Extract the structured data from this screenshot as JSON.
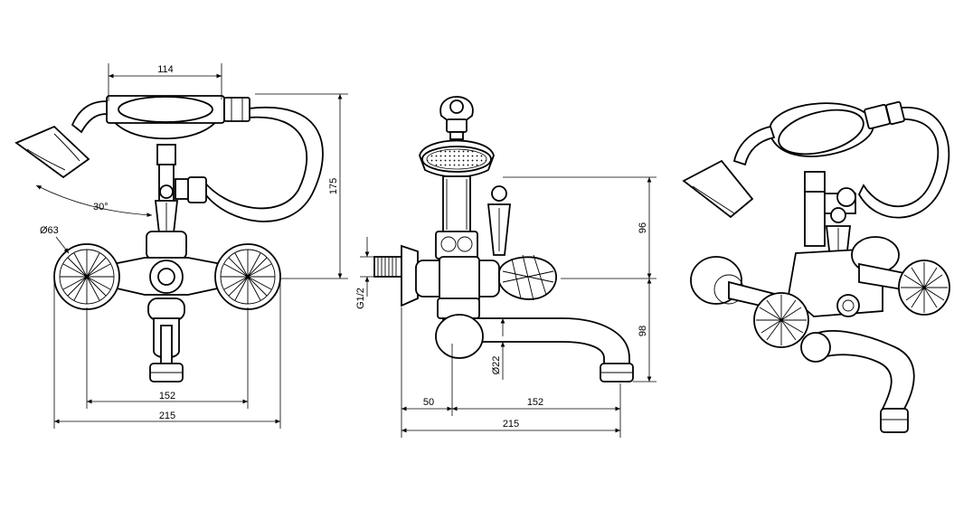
{
  "front_view": {
    "handshower_width": "114",
    "height": "175",
    "angle": "30°",
    "knob_diameter": "Ø63",
    "centres": "152",
    "overall_width": "215"
  },
  "side_view": {
    "upper_height": "96",
    "lower_height": "98",
    "thread": "G1/2",
    "spout_diameter": "Ø22",
    "wall_offset": "50",
    "spout_reach": "152",
    "overall_depth": "215"
  },
  "colors": {
    "line": "#000000",
    "background": "#ffffff"
  }
}
